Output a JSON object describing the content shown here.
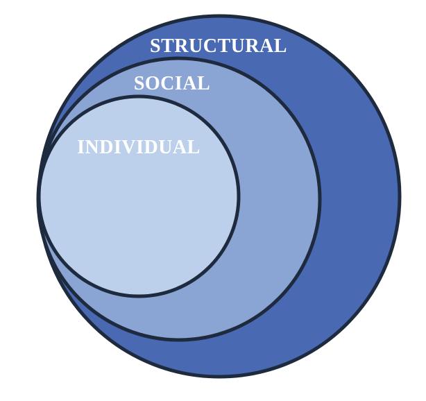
{
  "diagram": {
    "rings": [
      {
        "id": "structural",
        "label": "STRUCTURAL",
        "fill": "#4a69b3",
        "text_color": "#ffffff"
      },
      {
        "id": "social",
        "label": "SOCIAL",
        "fill": "#8aa4d3",
        "text_color": "#ffffff"
      },
      {
        "id": "individual",
        "label": "INDIVIDUAL",
        "fill": "#bcd0ec",
        "text_color": "#ffffff"
      }
    ],
    "outline_color": "#1e2a3e"
  }
}
